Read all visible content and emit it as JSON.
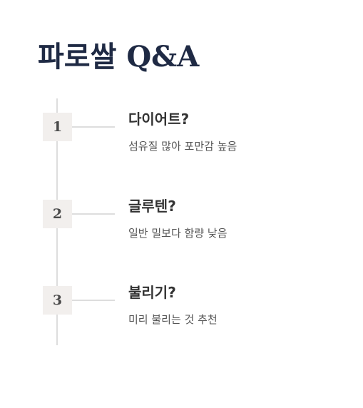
{
  "title": "파로쌀 Q&A",
  "items": [
    {
      "number": "1",
      "question": "다이어트?",
      "answer": "섬유질 많아 포만감 높음"
    },
    {
      "number": "2",
      "question": "글루텐?",
      "answer": "일반 밀보다 함량 낮음"
    },
    {
      "number": "3",
      "question": "불리기?",
      "answer": "미리 불리는 것 추천"
    }
  ]
}
